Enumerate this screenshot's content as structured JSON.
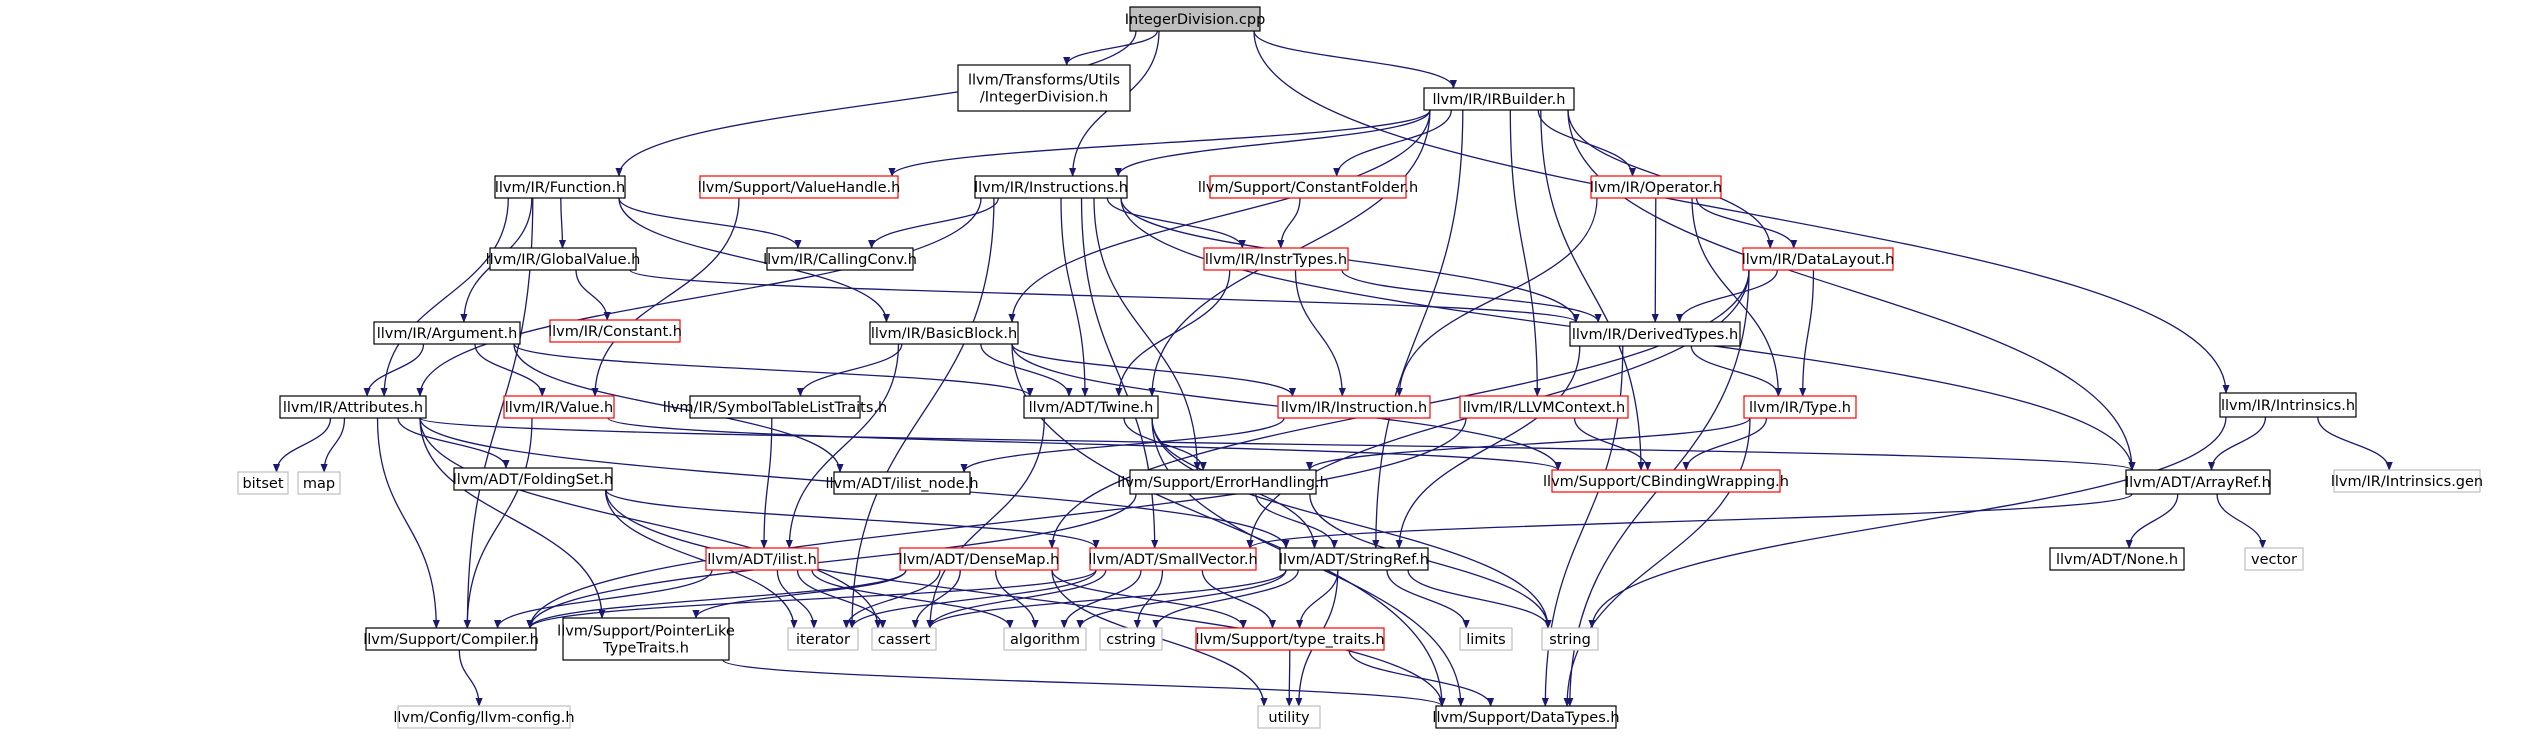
{
  "graph": {
    "title": "IntegerDivision.cpp",
    "colors": {
      "edge": "#191970",
      "root_fill": "#bfbfbf",
      "border_black": "#000000",
      "border_red": "#ff0000",
      "border_gray": "#bfbfbf",
      "text": "#000000"
    },
    "nodes": [
      {
        "id": "root",
        "style": "root",
        "lines": [
          "IntegerDivision.cpp"
        ]
      },
      {
        "id": "tu",
        "style": "black",
        "lines": [
          "llvm/Transforms/Utils",
          "/IntegerDivision.h"
        ]
      },
      {
        "id": "irb",
        "style": "black",
        "lines": [
          "llvm/IR/IRBuilder.h"
        ]
      },
      {
        "id": "intr",
        "style": "black",
        "lines": [
          "llvm/IR/Intrinsics.h"
        ]
      },
      {
        "id": "func",
        "style": "black",
        "lines": [
          "llvm/IR/Function.h"
        ]
      },
      {
        "id": "vh",
        "style": "red",
        "lines": [
          "llvm/Support/ValueHandle.h"
        ]
      },
      {
        "id": "inst",
        "style": "black",
        "lines": [
          "llvm/IR/Instructions.h"
        ]
      },
      {
        "id": "cf",
        "style": "red",
        "lines": [
          "llvm/Support/ConstantFolder.h"
        ]
      },
      {
        "id": "op",
        "style": "red",
        "lines": [
          "llvm/IR/Operator.h"
        ]
      },
      {
        "id": "gv",
        "style": "black",
        "lines": [
          "llvm/IR/GlobalValue.h"
        ]
      },
      {
        "id": "cc",
        "style": "black",
        "lines": [
          "llvm/IR/CallingConv.h"
        ]
      },
      {
        "id": "it",
        "style": "red",
        "lines": [
          "llvm/IR/InstrTypes.h"
        ]
      },
      {
        "id": "dl",
        "style": "red",
        "lines": [
          "llvm/IR/DataLayout.h"
        ]
      },
      {
        "id": "const",
        "style": "red",
        "lines": [
          "llvm/IR/Constant.h"
        ]
      },
      {
        "id": "arg",
        "style": "black",
        "lines": [
          "llvm/IR/Argument.h"
        ]
      },
      {
        "id": "bb",
        "style": "black",
        "lines": [
          "llvm/IR/BasicBlock.h"
        ]
      },
      {
        "id": "dt",
        "style": "black",
        "lines": [
          "llvm/IR/DerivedTypes.h"
        ]
      },
      {
        "id": "attr",
        "style": "black",
        "lines": [
          "llvm/IR/Attributes.h"
        ]
      },
      {
        "id": "val",
        "style": "red",
        "lines": [
          "llvm/IR/Value.h"
        ]
      },
      {
        "id": "sttl",
        "style": "black",
        "lines": [
          "llvm/IR/SymbolTableListTraits.h"
        ]
      },
      {
        "id": "twine",
        "style": "black",
        "lines": [
          "llvm/ADT/Twine.h"
        ]
      },
      {
        "id": "instr1",
        "style": "red",
        "lines": [
          "llvm/IR/Instruction.h"
        ]
      },
      {
        "id": "llvmctx",
        "style": "red",
        "lines": [
          "llvm/IR/LLVMContext.h"
        ]
      },
      {
        "id": "type",
        "style": "red",
        "lines": [
          "llvm/IR/Type.h"
        ]
      },
      {
        "id": "bitset",
        "style": "gray",
        "lines": [
          "bitset"
        ]
      },
      {
        "id": "map",
        "style": "gray",
        "lines": [
          "map"
        ]
      },
      {
        "id": "fs",
        "style": "black",
        "lines": [
          "llvm/ADT/FoldingSet.h"
        ]
      },
      {
        "id": "iln",
        "style": "black",
        "lines": [
          "llvm/ADT/ilist_node.h"
        ]
      },
      {
        "id": "eh",
        "style": "black",
        "lines": [
          "llvm/Support/ErrorHandling.h"
        ]
      },
      {
        "id": "cbw",
        "style": "red",
        "lines": [
          "llvm/Support/CBindingWrapping.h"
        ]
      },
      {
        "id": "ar",
        "style": "black",
        "lines": [
          "llvm/ADT/ArrayRef.h"
        ]
      },
      {
        "id": "igen",
        "style": "gray",
        "lines": [
          "llvm/IR/Intrinsics.gen"
        ]
      },
      {
        "id": "ilist",
        "style": "red",
        "lines": [
          "llvm/ADT/ilist.h"
        ]
      },
      {
        "id": "dm",
        "style": "red",
        "lines": [
          "llvm/ADT/DenseMap.h"
        ]
      },
      {
        "id": "sv",
        "style": "red",
        "lines": [
          "llvm/ADT/SmallVector.h"
        ]
      },
      {
        "id": "sr",
        "style": "black",
        "lines": [
          "llvm/ADT/StringRef.h"
        ]
      },
      {
        "id": "none",
        "style": "black",
        "lines": [
          "llvm/ADT/None.h"
        ]
      },
      {
        "id": "vector",
        "style": "gray",
        "lines": [
          "vector"
        ]
      },
      {
        "id": "comp",
        "style": "black",
        "lines": [
          "llvm/Support/Compiler.h"
        ]
      },
      {
        "id": "plt",
        "style": "black",
        "lines": [
          "llvm/Support/PointerLike",
          "TypeTraits.h"
        ]
      },
      {
        "id": "iter",
        "style": "gray",
        "lines": [
          "iterator"
        ]
      },
      {
        "id": "cassert",
        "style": "gray",
        "lines": [
          "cassert"
        ]
      },
      {
        "id": "algo",
        "style": "gray",
        "lines": [
          "algorithm"
        ]
      },
      {
        "id": "cstring",
        "style": "gray",
        "lines": [
          "cstring"
        ]
      },
      {
        "id": "tt",
        "style": "red",
        "lines": [
          "llvm/Support/type_traits.h"
        ]
      },
      {
        "id": "limits",
        "style": "gray",
        "lines": [
          "limits"
        ]
      },
      {
        "id": "string",
        "style": "gray",
        "lines": [
          "string"
        ]
      },
      {
        "id": "cfg",
        "style": "gray",
        "lines": [
          "llvm/Config/llvm-config.h"
        ]
      },
      {
        "id": "utility",
        "style": "gray",
        "lines": [
          "utility"
        ]
      },
      {
        "id": "dtypes",
        "style": "black",
        "lines": [
          "llvm/Support/DataTypes.h"
        ]
      }
    ],
    "edges": [
      [
        "root",
        "tu"
      ],
      [
        "root",
        "func"
      ],
      [
        "root",
        "inst"
      ],
      [
        "root",
        "irb"
      ],
      [
        "root",
        "intr"
      ],
      [
        "irb",
        "vh"
      ],
      [
        "irb",
        "inst"
      ],
      [
        "irb",
        "cf"
      ],
      [
        "irb",
        "op"
      ],
      [
        "irb",
        "dl"
      ],
      [
        "irb",
        "bb"
      ],
      [
        "irb",
        "twine"
      ],
      [
        "irb",
        "llvmctx"
      ],
      [
        "irb",
        "cbw"
      ],
      [
        "irb",
        "ar"
      ],
      [
        "irb",
        "sr"
      ],
      [
        "intr",
        "ar"
      ],
      [
        "intr",
        "igen"
      ],
      [
        "intr",
        "string"
      ],
      [
        "func",
        "gv"
      ],
      [
        "func",
        "cc"
      ],
      [
        "func",
        "arg"
      ],
      [
        "func",
        "attr"
      ],
      [
        "func",
        "bb"
      ],
      [
        "func",
        "comp"
      ],
      [
        "vh",
        "val"
      ],
      [
        "inst",
        "cc"
      ],
      [
        "inst",
        "it"
      ],
      [
        "inst",
        "attr"
      ],
      [
        "inst",
        "dt"
      ],
      [
        "inst",
        "sv"
      ],
      [
        "inst",
        "iter"
      ],
      [
        "inst",
        "eh"
      ],
      [
        "inst",
        "ar"
      ],
      [
        "inst",
        "twine"
      ],
      [
        "cf",
        "it"
      ],
      [
        "op",
        "dt"
      ],
      [
        "op",
        "type"
      ],
      [
        "op",
        "instr1"
      ],
      [
        "op",
        "dl"
      ],
      [
        "gv",
        "const"
      ],
      [
        "gv",
        "dt"
      ],
      [
        "it",
        "instr1"
      ],
      [
        "it",
        "twine"
      ],
      [
        "it",
        "dt"
      ],
      [
        "dl",
        "dt"
      ],
      [
        "dl",
        "type"
      ],
      [
        "dl",
        "dm"
      ],
      [
        "dl",
        "sv"
      ],
      [
        "dl",
        "dtypes"
      ],
      [
        "arg",
        "attr"
      ],
      [
        "arg",
        "val"
      ],
      [
        "arg",
        "twine"
      ],
      [
        "arg",
        "iln"
      ],
      [
        "bb",
        "sttl"
      ],
      [
        "bb",
        "twine"
      ],
      [
        "bb",
        "instr1"
      ],
      [
        "bb",
        "ilist"
      ],
      [
        "bb",
        "dtypes"
      ],
      [
        "bb",
        "cbw"
      ],
      [
        "dt",
        "type"
      ],
      [
        "dt",
        "sr"
      ],
      [
        "dt",
        "dtypes"
      ],
      [
        "attr",
        "bitset"
      ],
      [
        "attr",
        "map"
      ],
      [
        "attr",
        "fs"
      ],
      [
        "attr",
        "comp"
      ],
      [
        "attr",
        "cassert"
      ],
      [
        "attr",
        "ar"
      ],
      [
        "attr",
        "plt"
      ],
      [
        "attr",
        "sr"
      ],
      [
        "val",
        "cbw"
      ],
      [
        "val",
        "comp"
      ],
      [
        "sttl",
        "ilist"
      ],
      [
        "twine",
        "eh"
      ],
      [
        "twine",
        "sr"
      ],
      [
        "twine",
        "string"
      ],
      [
        "twine",
        "cassert"
      ],
      [
        "twine",
        "dtypes"
      ],
      [
        "instr1",
        "iln"
      ],
      [
        "llvmctx",
        "cbw"
      ],
      [
        "llvmctx",
        "comp"
      ],
      [
        "type",
        "cbw"
      ],
      [
        "type",
        "eh"
      ],
      [
        "type",
        "dtypes"
      ],
      [
        "fs",
        "sv"
      ],
      [
        "fs",
        "dtypes"
      ],
      [
        "fs",
        "iter"
      ],
      [
        "eh",
        "comp"
      ],
      [
        "eh",
        "sr"
      ],
      [
        "eh",
        "string"
      ],
      [
        "ar",
        "sv"
      ],
      [
        "ar",
        "none"
      ],
      [
        "ar",
        "vector"
      ],
      [
        "ilist",
        "iter"
      ],
      [
        "ilist",
        "cassert"
      ],
      [
        "ilist",
        "algo"
      ],
      [
        "ilist",
        "comp"
      ],
      [
        "dm",
        "comp"
      ],
      [
        "dm",
        "plt"
      ],
      [
        "dm",
        "tt"
      ],
      [
        "dm",
        "algo"
      ],
      [
        "dm",
        "iter"
      ],
      [
        "dm",
        "cassert"
      ],
      [
        "dm",
        "utility"
      ],
      [
        "sv",
        "comp"
      ],
      [
        "sv",
        "tt"
      ],
      [
        "sv",
        "algo"
      ],
      [
        "sv",
        "cassert"
      ],
      [
        "sv",
        "iter"
      ],
      [
        "sv",
        "cstring"
      ],
      [
        "sr",
        "algo"
      ],
      [
        "sr",
        "cassert"
      ],
      [
        "sr",
        "cstring"
      ],
      [
        "sr",
        "limits"
      ],
      [
        "sr",
        "string"
      ],
      [
        "sr",
        "tt"
      ],
      [
        "sr",
        "utility"
      ],
      [
        "comp",
        "cfg"
      ],
      [
        "plt",
        "dtypes"
      ],
      [
        "tt",
        "utility"
      ],
      [
        "tt",
        "dtypes"
      ]
    ]
  }
}
